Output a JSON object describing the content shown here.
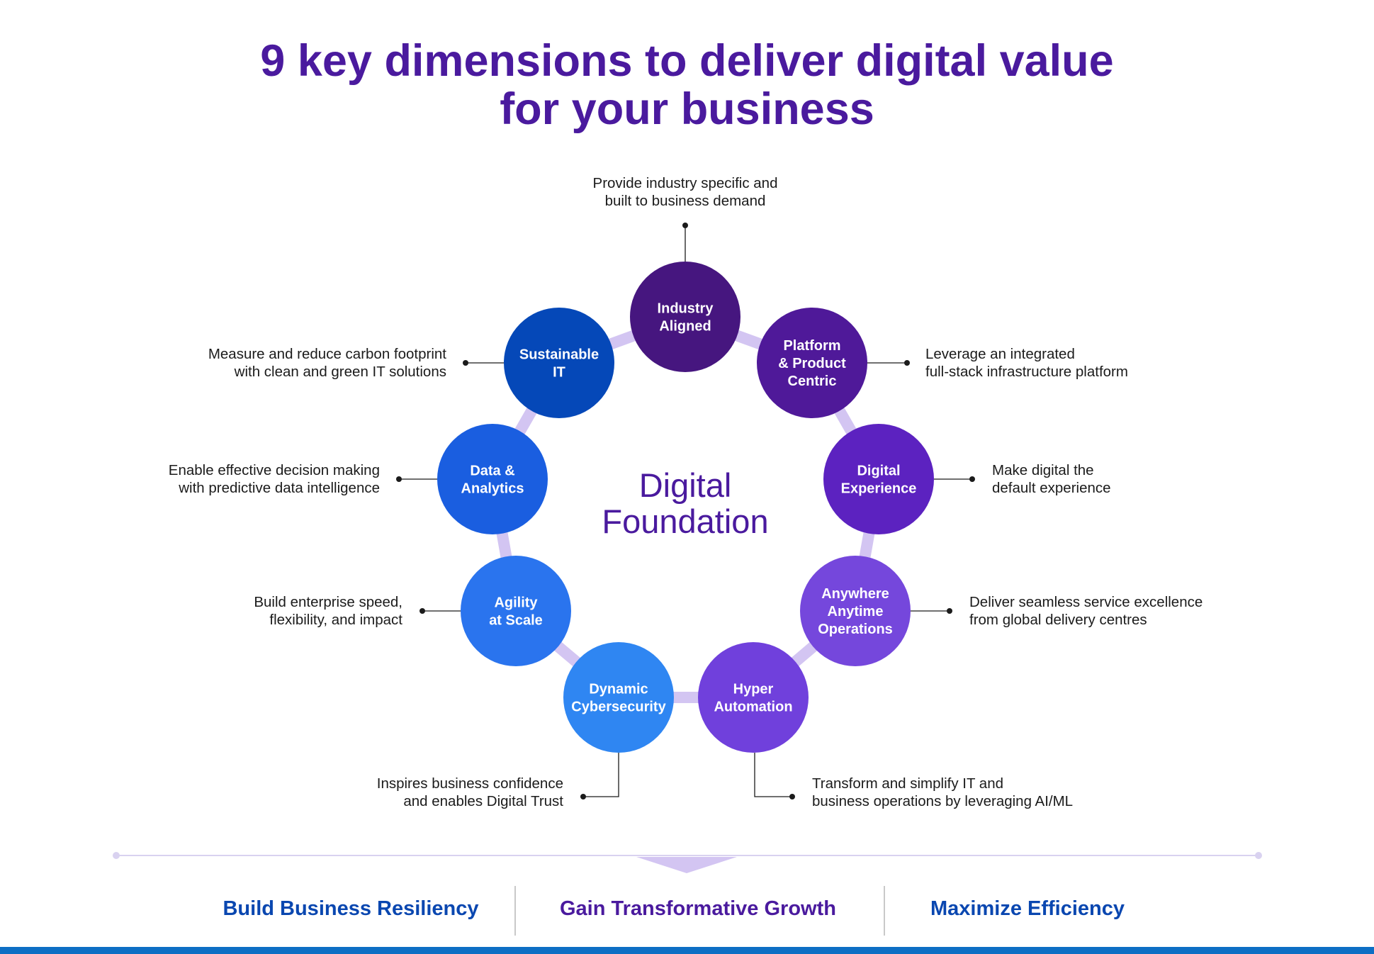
{
  "title": {
    "line1": "9 key dimensions to deliver digital value",
    "line2": "for your business"
  },
  "center": {
    "line1": "Digital",
    "line2": "Foundation"
  },
  "nodes": [
    {
      "label": [
        "Industry",
        "Aligned"
      ],
      "color": "#46167f",
      "desc": [
        "Provide industry specific and",
        "built to business demand"
      ]
    },
    {
      "label": [
        "Platform",
        "& Product",
        "Centric"
      ],
      "color": "#4f1999",
      "desc": [
        "Leverage an integrated",
        "full-stack infrastructure platform"
      ]
    },
    {
      "label": [
        "Digital",
        "Experience"
      ],
      "color": "#5c22c0",
      "desc": [
        "Make digital the",
        "default experience"
      ]
    },
    {
      "label": [
        "Anywhere",
        "Anytime",
        "Operations"
      ],
      "color": "#7547dc",
      "desc": [
        "Deliver seamless service excellence",
        "from global delivery centres"
      ]
    },
    {
      "label": [
        "Hyper",
        "Automation"
      ],
      "color": "#7040dc",
      "desc": [
        "Transform and simplify IT and",
        "business operations by leveraging AI/ML"
      ]
    },
    {
      "label": [
        "Dynamic",
        "Cybersecurity"
      ],
      "color": "#2f86f2",
      "desc": [
        "Inspires business confidence",
        "and enables Digital Trust"
      ]
    },
    {
      "label": [
        "Agility",
        "at Scale"
      ],
      "color": "#2a74ee",
      "desc": [
        "Build enterprise speed,",
        "flexibility, and impact"
      ]
    },
    {
      "label": [
        "Data &",
        "Analytics"
      ],
      "color": "#1a5ee0",
      "desc": [
        "Enable effective decision making",
        "with predictive data intelligence"
      ]
    },
    {
      "label": [
        "Sustainable",
        "IT"
      ],
      "color": "#0548b8",
      "desc": [
        "Measure and reduce carbon footprint",
        "with clean and green IT solutions"
      ]
    }
  ],
  "outcomes": [
    {
      "label": "Build Business Resiliency",
      "color": "#0a47b0"
    },
    {
      "label": "Gain Transformative Growth",
      "color": "#4a1a9e"
    },
    {
      "label": "Maximize Efficiency",
      "color": "#0a47b0"
    }
  ],
  "colors": {
    "ring": "#d3c5f2",
    "connector": "#1b1b1b",
    "divider_line": "#d9d2f0"
  }
}
